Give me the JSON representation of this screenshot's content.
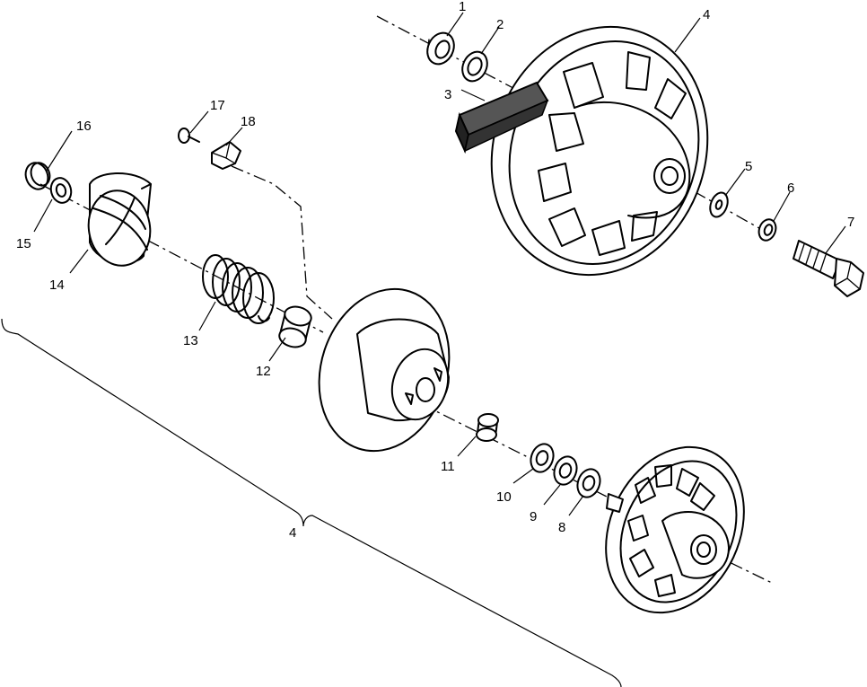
{
  "diagram": {
    "callouts": [
      {
        "id": "c1",
        "text": "1"
      },
      {
        "id": "c2",
        "text": "2"
      },
      {
        "id": "c3",
        "text": "3"
      },
      {
        "id": "c4a",
        "text": "4"
      },
      {
        "id": "c5",
        "text": "5"
      },
      {
        "id": "c6",
        "text": "6"
      },
      {
        "id": "c7",
        "text": "7"
      },
      {
        "id": "c8",
        "text": "8"
      },
      {
        "id": "c9",
        "text": "9"
      },
      {
        "id": "c10",
        "text": "10"
      },
      {
        "id": "c11",
        "text": "11"
      },
      {
        "id": "c12",
        "text": "12"
      },
      {
        "id": "c13",
        "text": "13"
      },
      {
        "id": "c14",
        "text": "14"
      },
      {
        "id": "c15",
        "text": "15"
      },
      {
        "id": "c16",
        "text": "16"
      },
      {
        "id": "c17",
        "text": "17"
      },
      {
        "id": "c18",
        "text": "18"
      },
      {
        "id": "c4b",
        "text": "4"
      }
    ]
  }
}
